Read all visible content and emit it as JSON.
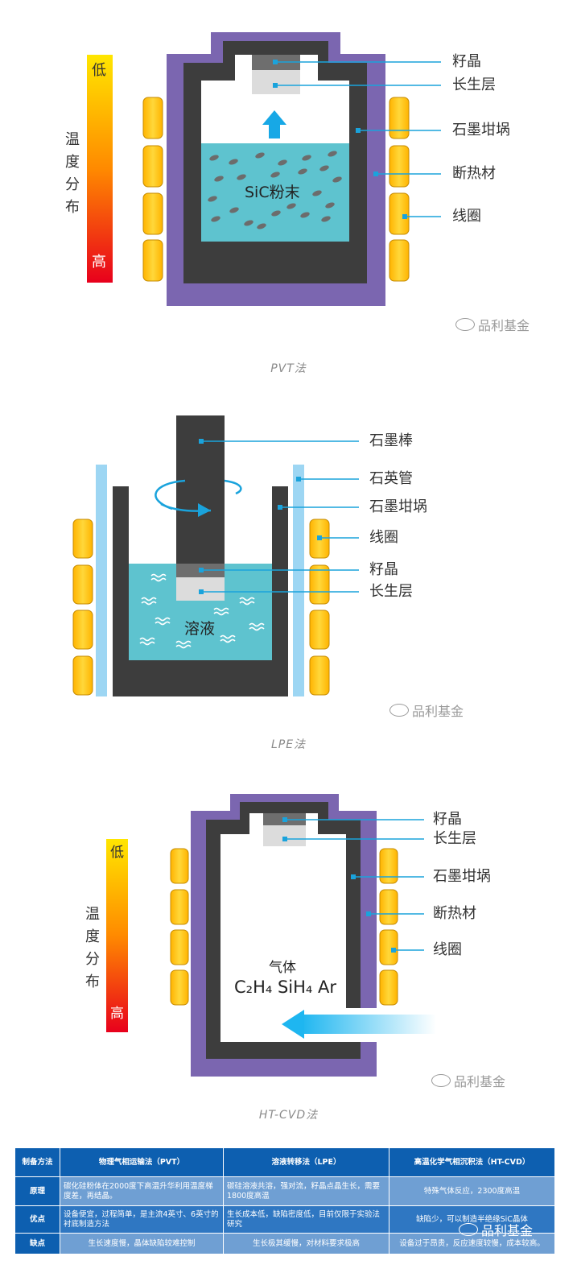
{
  "pvt": {
    "thermo_low": "低",
    "thermo_high": "高",
    "temp_label": [
      "温",
      "度",
      "分",
      "布"
    ],
    "labels": [
      "籽晶",
      "长生层",
      "石墨坩埚",
      "断热材",
      "线圈"
    ],
    "powder_label": "SiC粉末",
    "caption": "PVT法"
  },
  "lpe": {
    "labels": [
      "石墨棒",
      "石英管",
      "石墨坩埚",
      "线圈",
      "籽晶",
      "长生层"
    ],
    "solution_label": "溶液",
    "caption": "LPE法"
  },
  "htcvd": {
    "thermo_low": "低",
    "thermo_high": "高",
    "temp_label": [
      "温",
      "度",
      "分",
      "布"
    ],
    "labels": [
      "籽晶",
      "长生层",
      "石墨坩埚",
      "断热材",
      "线圈"
    ],
    "gas_label": "气体",
    "gas_formula": "C₂H₄ SiH₄ Ar",
    "caption": "HT-CVD法"
  },
  "watermark": "品利基金",
  "table": {
    "headers": [
      "制备方法",
      "物理气相运输法（PVT）",
      "溶液转移法（LPE）",
      "高温化学气相沉积法（HT-CVD）"
    ],
    "rows": [
      {
        "key": "原理",
        "pvt": "碳化硅粉体在2000度下高温升华利用温度梯度差，再结晶。",
        "lpe": "碳硅溶液共溶，强对流，籽晶点晶生长，需要1800度高温",
        "htcvd": "特殊气体反应，2300度高温"
      },
      {
        "key": "优点",
        "pvt": "设备便宜，过程简单，是主流4英寸、6英寸的衬底制造方法",
        "lpe": "生长成本低，缺陷密度低，目前仅限于实验法研究",
        "htcvd": "缺陷少，可以制造半绝缘SiC晶体"
      },
      {
        "key": "缺点",
        "pvt": "生长速度慢，晶体缺陷较难控制",
        "lpe": "生长极其缓慢，对材料要求极高",
        "htcvd": "设备过于昂贵，反应速度较慢，成本较高。"
      }
    ]
  },
  "colors": {
    "insulation": "#7b66b0",
    "crucible": "#3d3d3d",
    "coil": "#ffc107",
    "powder": "#5ec3cf",
    "pointer": "#1aa3dc",
    "table_head": "#0d5fb0"
  }
}
